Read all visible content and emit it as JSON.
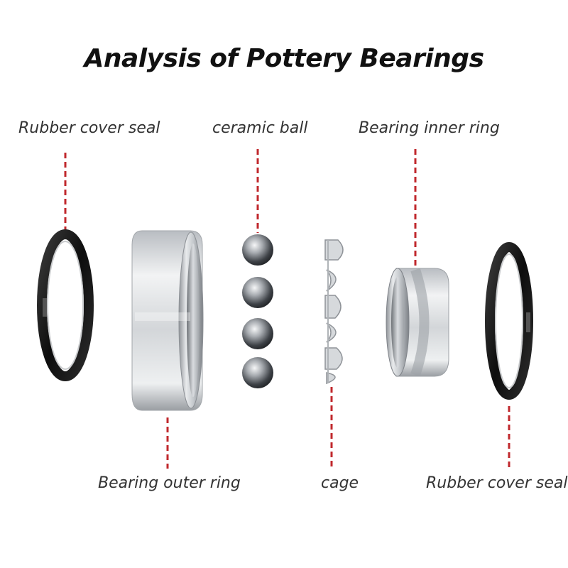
{
  "title": "Analysis of Pottery Bearings",
  "labels": {
    "top": [
      "Rubber cover seal",
      "ceramic ball",
      "Bearing inner ring"
    ],
    "bottom": [
      "Bearing outer ring",
      "cage",
      "Rubber cover seal"
    ]
  },
  "colors": {
    "leader": "#c0282d",
    "seal": "#1a1a1a",
    "steel_light": "#e6e8ea",
    "steel_dark": "#8a8e93"
  },
  "parts": [
    "rubber-cover-seal",
    "bearing-outer-ring",
    "ceramic-balls",
    "cage",
    "bearing-inner-ring",
    "rubber-cover-seal"
  ]
}
